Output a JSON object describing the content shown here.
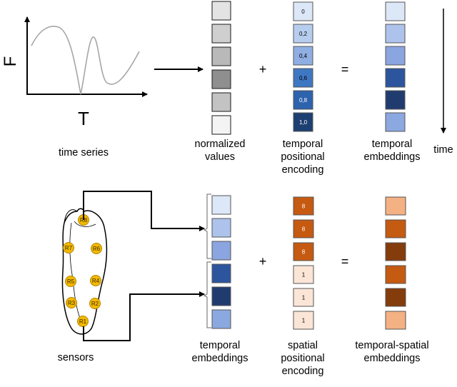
{
  "top": {
    "signal_axis_y_label": "F",
    "signal_axis_x_label": "T",
    "signal_caption": "time series",
    "column_values": {
      "label_lines": [
        "normalized",
        "values"
      ],
      "colors": [
        "#e3e3e3",
        "#cfcfcf",
        "#b9b9b9",
        "#8f8f8f",
        "#c3c3c3",
        "#f4f4f4"
      ]
    },
    "column_temporal_encoding": {
      "label_lines": [
        "temporal",
        "positional",
        "encoding"
      ],
      "cells": [
        "0",
        "0,2",
        "0,4",
        "0,6",
        "0,8",
        "1,0"
      ],
      "colors": [
        "#dce8f7",
        "#b7cdee",
        "#8faee2",
        "#3f78c2",
        "#2d62ad",
        "#1d3f72"
      ],
      "text_colors": [
        "#000000",
        "#000000",
        "#000000",
        "#000000",
        "#ffffff",
        "#ffffff"
      ]
    },
    "column_temporal_embeddings": {
      "label_lines": [
        "temporal",
        "embeddings"
      ],
      "colors": [
        "#dce8f7",
        "#adc3ec",
        "#8aa5df",
        "#2d559e",
        "#203c6f",
        "#8ca8e0"
      ]
    },
    "plus": "+",
    "equals": "=",
    "time_label": "time"
  },
  "bottom": {
    "sensors_caption": "sensors",
    "sensor_labels": [
      "R8",
      "R7",
      "R6",
      "R5",
      "R4",
      "R3",
      "R2",
      "R1"
    ],
    "column_temporal_embeddings": {
      "label_lines": [
        "temporal",
        "embeddings"
      ],
      "colors": [
        "#dce8f7",
        "#adc3ec",
        "#8aa5df",
        "#2d559e",
        "#203c6f",
        "#8ca8e0"
      ]
    },
    "column_spatial_encoding": {
      "label_lines": [
        "spatial",
        "positional",
        "encoding"
      ],
      "cells": [
        "8",
        "8",
        "8",
        "1",
        "1",
        "1"
      ],
      "colors": [
        "#c65a11",
        "#c65a11",
        "#c65a11",
        "#fbe5d6",
        "#fbe5d6",
        "#fbe5d6"
      ],
      "text_colors": [
        "#ffffff",
        "#ffffff",
        "#ffffff",
        "#000000",
        "#000000",
        "#000000"
      ]
    },
    "column_result": {
      "label_lines": [
        "temporal-spatial",
        "embeddings"
      ],
      "colors": [
        "#f4b183",
        "#c55a11",
        "#843c0c",
        "#c55a11",
        "#843c0c",
        "#f4b183"
      ]
    },
    "plus": "+",
    "equals": "="
  }
}
